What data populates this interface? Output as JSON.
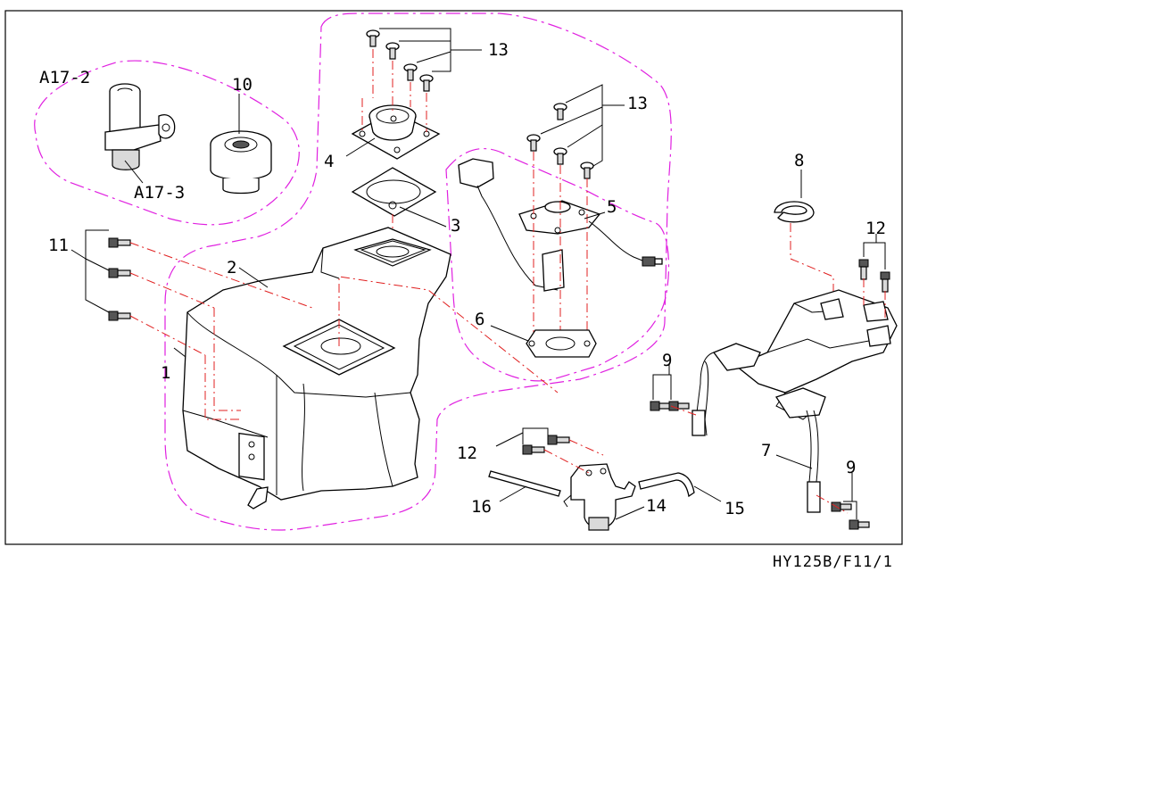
{
  "diagram": {
    "caption": "HY125B/F11/1",
    "labels": {
      "a17_2": "A17-2",
      "a17_3": "A17-3",
      "p10": "10",
      "p13a": "13",
      "p13b": "13",
      "p4": "4",
      "p3": "3",
      "p5": "5",
      "p8": "8",
      "p12a": "12",
      "p11": "11",
      "p2": "2",
      "p1": "1",
      "p6": "6",
      "p9a": "9",
      "p9b": "9",
      "p7": "7",
      "p12b": "12",
      "p16": "16",
      "p14": "14",
      "p15": "15"
    }
  }
}
